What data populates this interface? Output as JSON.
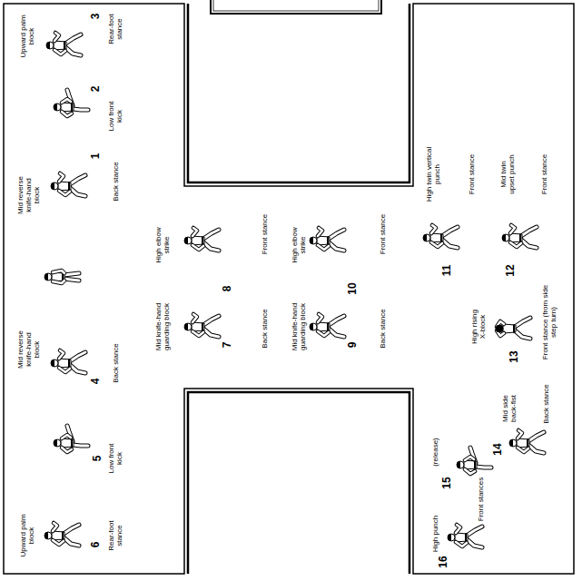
{
  "diagram": {
    "labels": [
      "Upward palm block",
      "3",
      "Rear-foot stance",
      "2",
      "Low front kick",
      "Mid reverse knife-hand block",
      "1",
      "Back stance",
      "Mid reverse knife-hand block",
      "4",
      "Back stance",
      "5",
      "Low front kick",
      "Upward palm block",
      "6",
      "Rear-foot stance",
      "High elbow strike",
      "8",
      "Front stance",
      "Mid knife-hand guarding block",
      "7",
      "Back stance",
      "High elbow strike",
      "10",
      "Front stance",
      "Mid knife-hand guarding block",
      "9",
      "Back stance",
      "High twin vertical punch",
      "Front stance",
      "11",
      "Mid twin upset punch",
      "Front stance",
      "12",
      "High rising X-block",
      "13",
      "Front stance (from side step turn)",
      "Mid side back-fist",
      "14",
      "Back stance",
      "(release)",
      "15",
      "High punch",
      "16",
      "Front stances"
    ]
  }
}
